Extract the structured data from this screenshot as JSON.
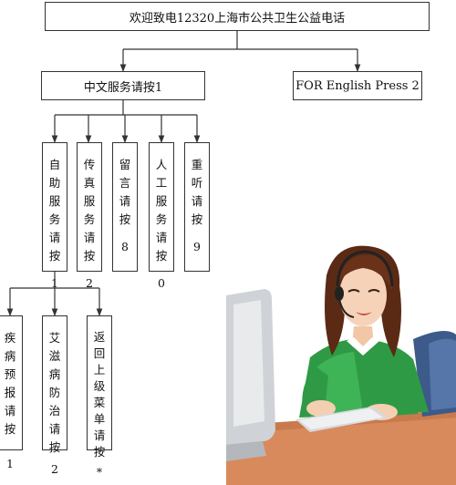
{
  "root": {
    "label": "欢迎致电12320上海市公共卫生公益电话"
  },
  "level1": [
    {
      "label": "中文服务请按1"
    },
    {
      "label": "FOR English Press 2"
    }
  ],
  "level2": [
    {
      "chars": [
        "自",
        "助",
        "服",
        "务",
        "请",
        "按"
      ],
      "code": "1"
    },
    {
      "chars": [
        "传",
        "真",
        "服",
        "务",
        "请",
        "按"
      ],
      "code": "2"
    },
    {
      "chars": [
        "留",
        "言",
        "请",
        "按"
      ],
      "code": "8"
    },
    {
      "chars": [
        "人",
        "工",
        "服",
        "务",
        "请",
        "按"
      ],
      "code": "0"
    },
    {
      "chars": [
        "重",
        "听",
        "请",
        "按"
      ],
      "code": "9"
    }
  ],
  "level3": [
    {
      "chars": [
        "疾",
        "病",
        "预",
        "报",
        "请",
        "按"
      ],
      "code": "1"
    },
    {
      "chars": [
        "艾",
        "滋",
        "病",
        "防",
        "治",
        "请",
        "按"
      ],
      "code": "2"
    },
    {
      "chars": [
        "返",
        "回",
        "上",
        "级",
        "菜",
        "单",
        "请",
        "按"
      ],
      "code": "*"
    }
  ]
}
